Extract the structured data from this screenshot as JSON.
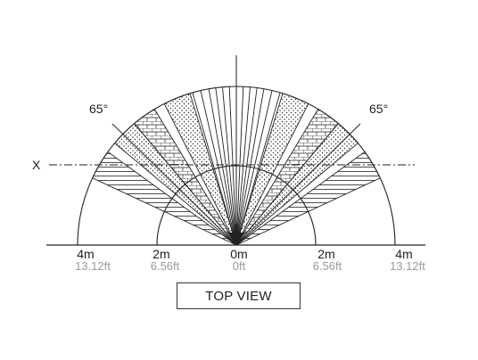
{
  "diagram": {
    "title": "TOP VIEW",
    "axis_label": "X",
    "angle_left": "65°",
    "angle_right": "65°",
    "distances": [
      {
        "m": "4m",
        "ft": "13.12ft"
      },
      {
        "m": "2m",
        "ft": "6.56ft"
      },
      {
        "m": "0m",
        "ft": "0ft"
      },
      {
        "m": "2m",
        "ft": "6.56ft"
      },
      {
        "m": "4m",
        "ft": "13.12ft"
      }
    ],
    "colors": {
      "line": "#222222",
      "subtext": "#9a9a9a"
    }
  }
}
